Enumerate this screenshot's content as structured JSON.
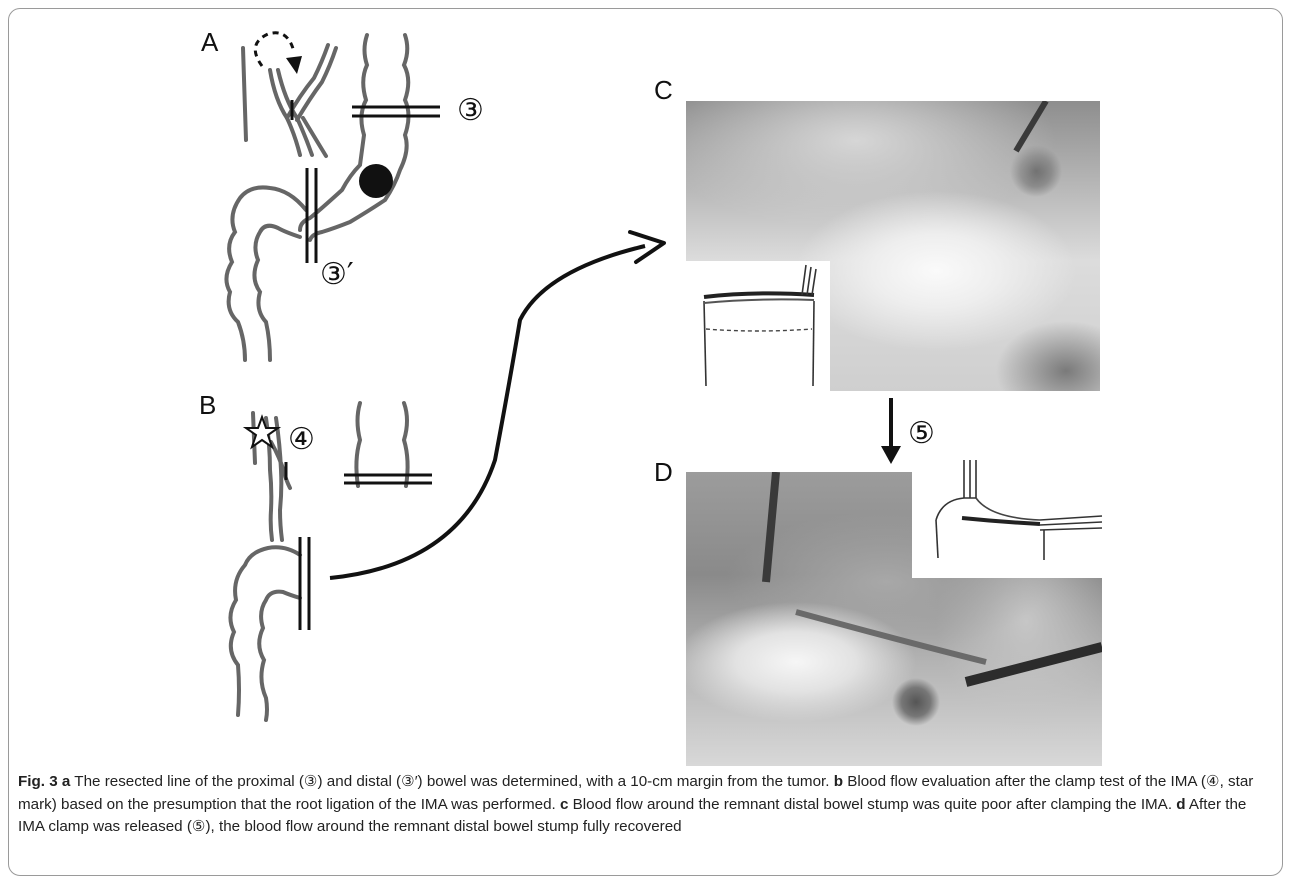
{
  "figure": {
    "panels": {
      "a": {
        "letter": "A",
        "label_proximal": "③",
        "label_distal": "③′"
      },
      "b": {
        "letter": "B",
        "label_clamp": "④"
      },
      "c": {
        "letter": "C"
      },
      "d": {
        "letter": "D"
      },
      "arrow_label": "⑤"
    }
  },
  "caption": {
    "fig_label": "Fig. 3",
    "a_letter": "a",
    "a_text": " The resected line of the proximal (③) and distal (③′) bowel was determined, with a 10-cm margin from the tumor. ",
    "b_letter": "b",
    "b_text": " Blood flow evaluation after the clamp test of the IMA (④, star mark) based on the presumption that the root ligation of the IMA was performed. ",
    "c_letter": "c",
    "c_text": " Blood flow around the remnant distal bowel stump was quite poor after clamping the IMA. ",
    "d_letter": "d",
    "d_text": " After the IMA clamp was released (⑤), the blood flow around the remnant distal bowel stump fully recovered"
  },
  "colors": {
    "line": "#666666",
    "ink": "#111111",
    "photo_base": "#9a9a9a",
    "photo_light": "#f4f4f4"
  }
}
